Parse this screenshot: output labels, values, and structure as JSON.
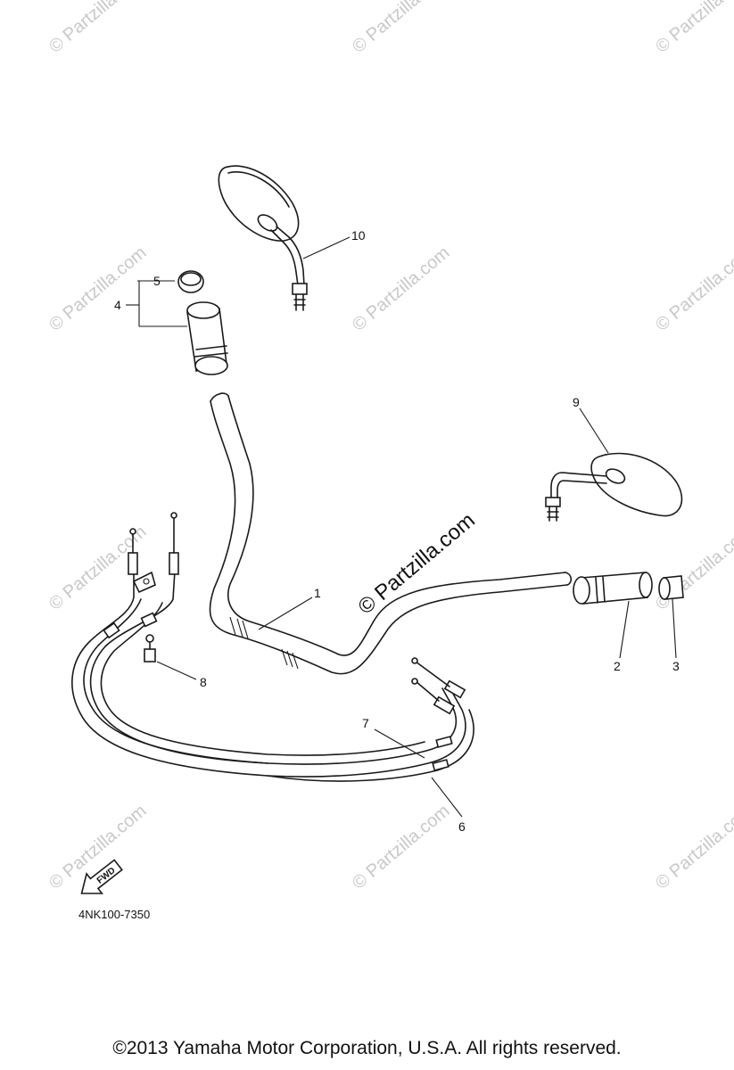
{
  "watermark": "© Partzilla.com",
  "callouts": [
    {
      "number": "1",
      "part": "handlebar"
    },
    {
      "number": "2",
      "part": "grip-right"
    },
    {
      "number": "3",
      "part": "grip-end-right"
    },
    {
      "number": "4",
      "part": "grip-assembly-left"
    },
    {
      "number": "5",
      "part": "grip-end-left"
    },
    {
      "number": "6",
      "part": "throttle-cable-1"
    },
    {
      "number": "7",
      "part": "throttle-cable-2"
    },
    {
      "number": "8",
      "part": "bolt"
    },
    {
      "number": "9",
      "part": "mirror-right"
    },
    {
      "number": "10",
      "part": "mirror-left"
    }
  ],
  "fwd_label": "FWD",
  "diagram_code": "4NK100-7350",
  "copyright": "©2013  Yamaha Motor Corporation, U.S.A. All rights reserved."
}
